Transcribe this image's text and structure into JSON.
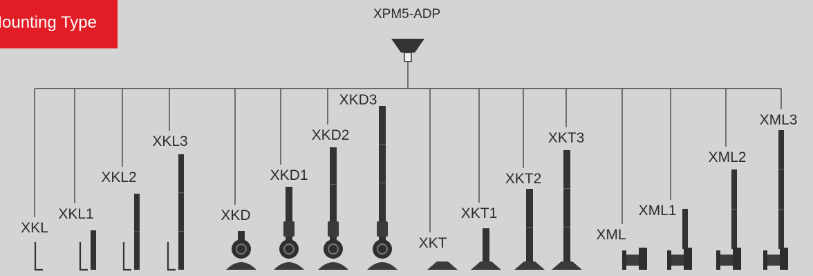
{
  "banner": {
    "text": "Mounting Type",
    "color": "#e21d26"
  },
  "root": {
    "label": "XPM5-ADP",
    "icon": "funnel-adapter-icon"
  },
  "colors": {
    "background": "#d4d4d4",
    "line": "#444444",
    "pole": "#333333",
    "text": "#2b2b2b"
  },
  "items": [
    {
      "label": "XKL",
      "kind": "L-bracket",
      "segments": 0
    },
    {
      "label": "XKL1",
      "kind": "L-bracket",
      "segments": 1
    },
    {
      "label": "XKL2",
      "kind": "L-bracket",
      "segments": 2
    },
    {
      "label": "XKL3",
      "kind": "L-bracket",
      "segments": 3
    },
    {
      "label": "XKD",
      "kind": "dome-base",
      "segments": 0
    },
    {
      "label": "XKD1",
      "kind": "dome-base",
      "segments": 1
    },
    {
      "label": "XKD2",
      "kind": "dome-base",
      "segments": 2
    },
    {
      "label": "XKD3",
      "kind": "dome-base",
      "segments": 3
    },
    {
      "label": "XKT",
      "kind": "flat-base",
      "segments": 0
    },
    {
      "label": "XKT1",
      "kind": "flat-base",
      "segments": 1
    },
    {
      "label": "XKT2",
      "kind": "flat-base",
      "segments": 2
    },
    {
      "label": "XKT3",
      "kind": "flat-base",
      "segments": 3
    },
    {
      "label": "XML",
      "kind": "wall-bracket",
      "segments": 0
    },
    {
      "label": "XML1",
      "kind": "wall-bracket",
      "segments": 1
    },
    {
      "label": "XML2",
      "kind": "wall-bracket",
      "segments": 2
    },
    {
      "label": "XML3",
      "kind": "wall-bracket",
      "segments": 3
    }
  ]
}
